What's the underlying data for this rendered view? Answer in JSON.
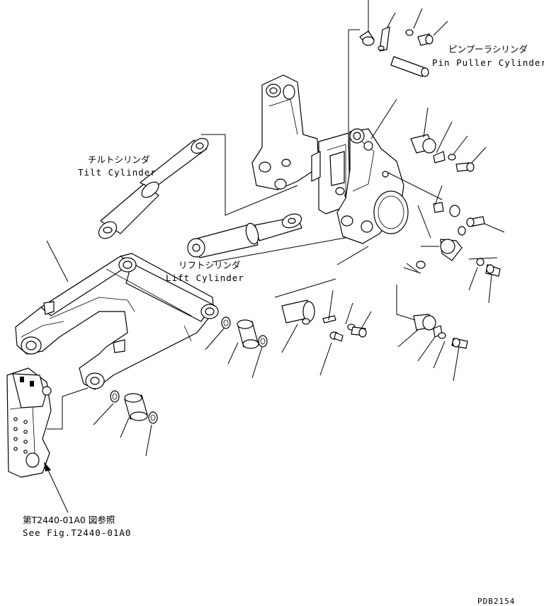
{
  "labels": {
    "pin_puller_jp": "ピンプーラシリンダ",
    "pin_puller_en": "Pin Puller Cylinder",
    "tilt_jp": "チルトシリンダ",
    "tilt_en": "Tilt Cylinder",
    "lift_jp": "リフトシリンダ",
    "lift_en": "Lift Cylinder",
    "ref_jp": "第T2440-01A0 図参照",
    "ref_en": "See Fig.T2440-01A0",
    "drawing_no": "PDB2154"
  }
}
